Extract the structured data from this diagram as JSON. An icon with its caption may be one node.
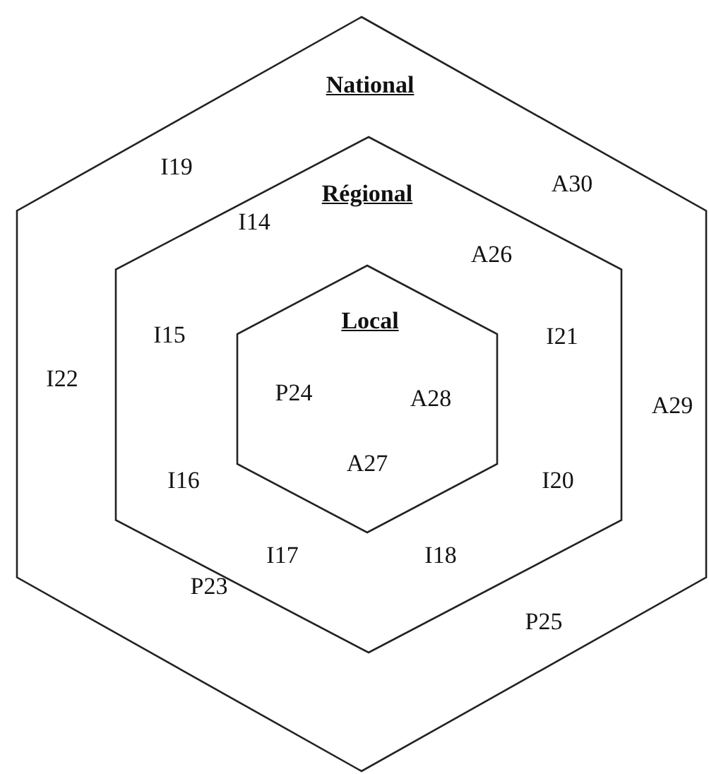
{
  "diagram": {
    "nodes": [
      {
        "text": [
          "National",
          "I19",
          "A30",
          "I22",
          "A29",
          "P23",
          "P25"
        ]
      },
      {
        "text": [
          "Régional",
          "I14",
          "A26",
          "I15",
          "I21",
          "I16",
          "I20",
          "I17",
          "I18"
        ],
        "in": 0
      },
      {
        "text": [
          "Local",
          "P24",
          "A28",
          "A27"
        ],
        "in": 1
      }
    ]
  }
}
